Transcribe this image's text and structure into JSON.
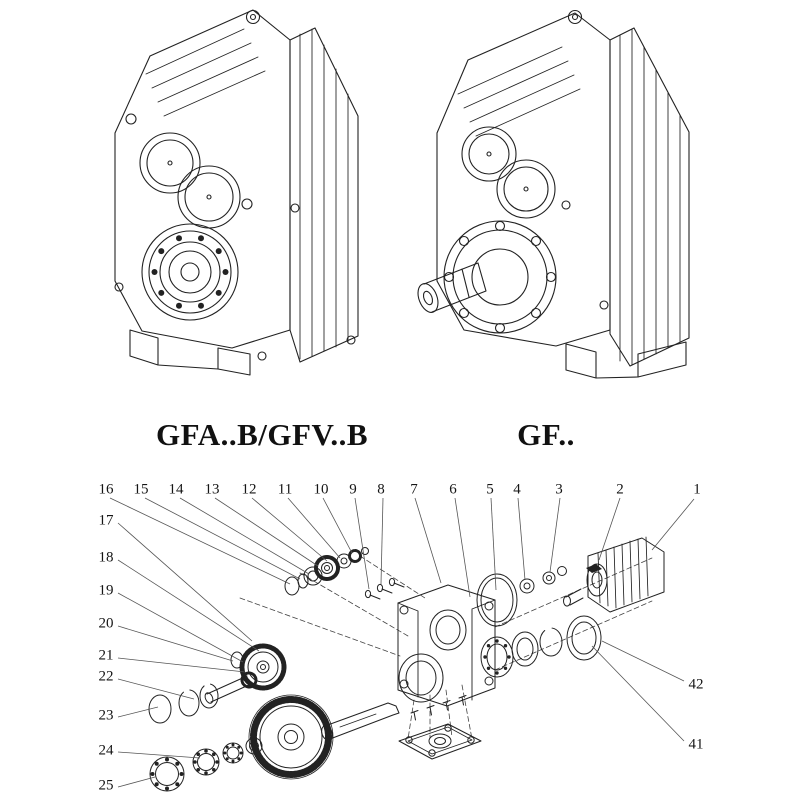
{
  "page": {
    "background": "#ffffff",
    "line_color": "#222222"
  },
  "models": {
    "left_label": "GFA..B/GFV..B",
    "right_label": "GF.."
  },
  "exploded": {
    "top_numbers": [
      "16",
      "15",
      "14",
      "13",
      "12",
      "11",
      "10",
      "9",
      "8",
      "7",
      "6",
      "5",
      "4",
      "3",
      "2",
      "1"
    ],
    "left_numbers": [
      "17",
      "18",
      "19",
      "20",
      "21",
      "22",
      "23",
      "24",
      "25"
    ],
    "right_numbers": [
      "42",
      "41"
    ]
  }
}
